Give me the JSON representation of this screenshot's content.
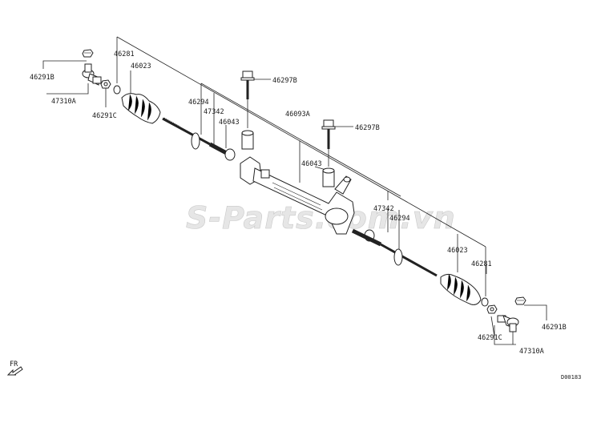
{
  "diagram": {
    "labels": {
      "p46281_l": "46281",
      "p46023_l": "46023",
      "p46291B_l": "46291B",
      "p47310A_l": "47310A",
      "p46291C_l": "46291C",
      "p46297B_a": "46297B",
      "p46294_l": "46294",
      "p47342_l": "47342",
      "p46043_l": "46043",
      "p46093A": "46093A",
      "p46297B_b": "46297B",
      "p46043_r": "46043",
      "p47342_r": "47342",
      "p46294_r": "46294",
      "p46023_r": "46023",
      "p46281_r": "46281",
      "p46291B_r": "46291B",
      "p46291C_r": "46291C",
      "p47310A_r": "47310A"
    },
    "fr_label": "FR",
    "code": "D00183",
    "watermark": "S-Parts.com.vn"
  }
}
